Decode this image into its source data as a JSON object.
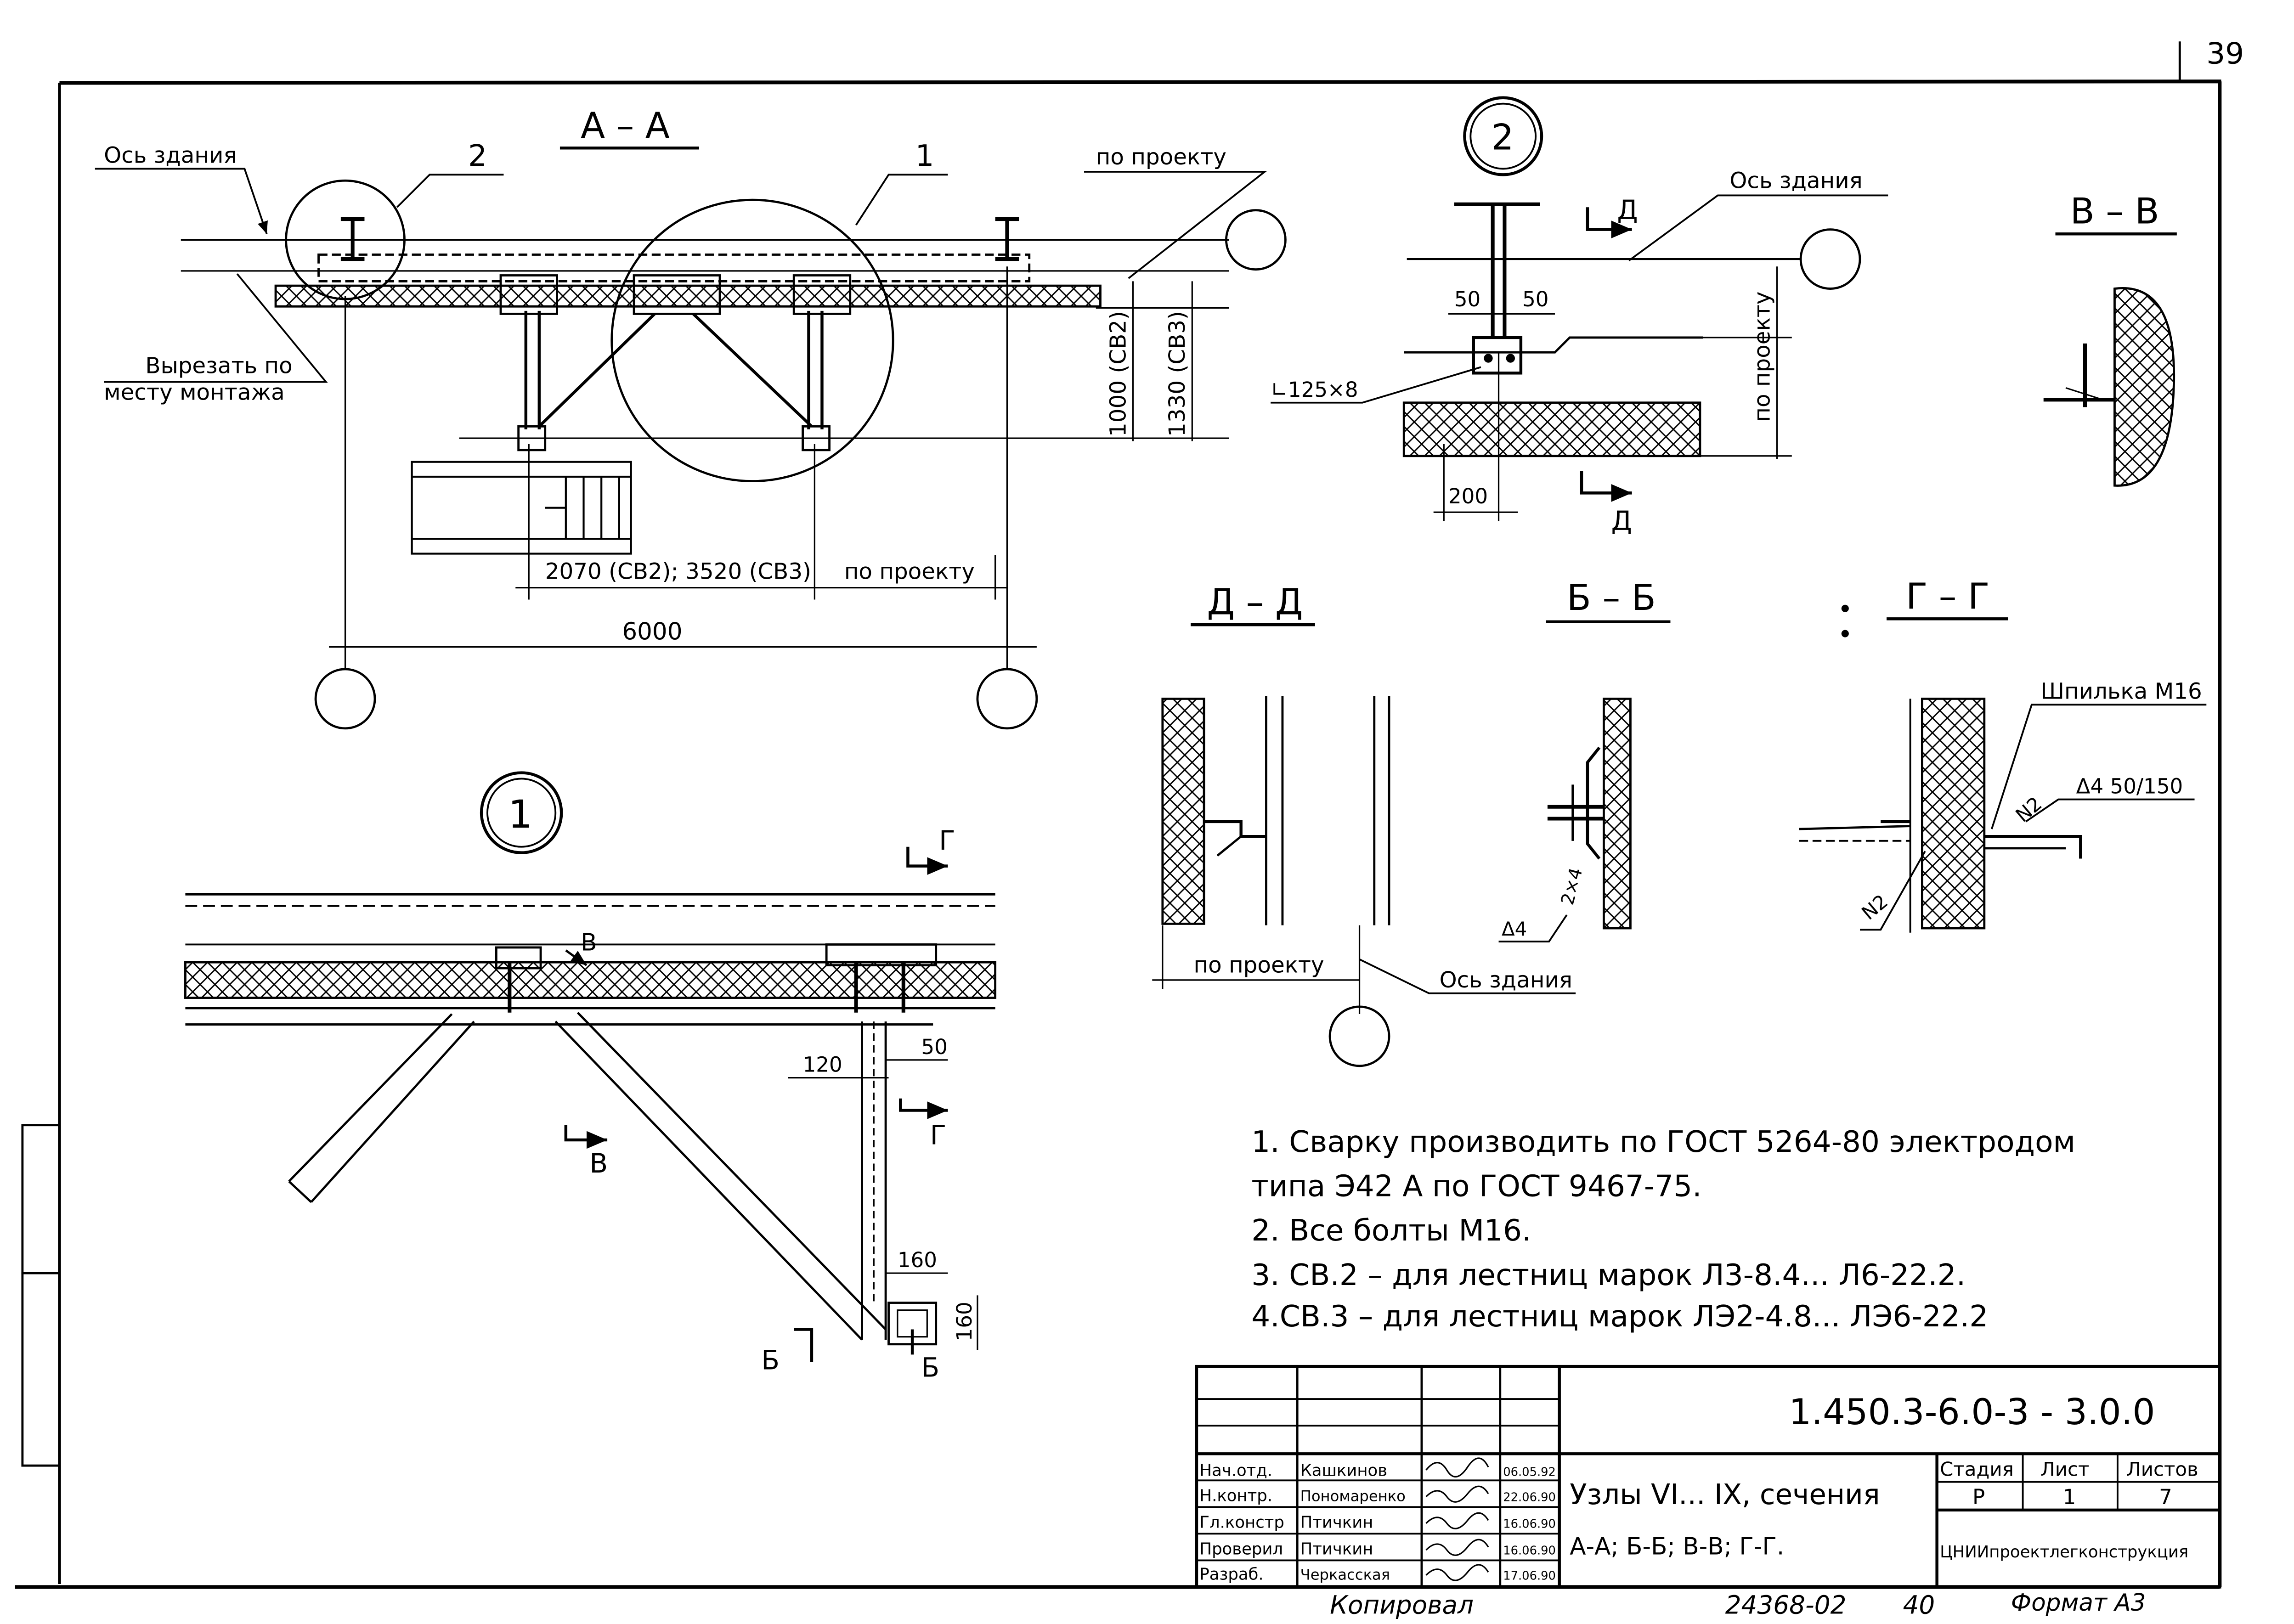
{
  "sheet": {
    "page_number": "39",
    "copied_label": "Копировал",
    "inventory_number": "24368-02",
    "inventory_suffix": "40",
    "format_label": "Формат А3"
  },
  "section_aa": {
    "title": "А – А",
    "building_axis": "Ось здания",
    "callout_2": "2",
    "callout_1": "1",
    "cut_note_line1": "Вырезать по",
    "cut_note_line2": "месту монтажа",
    "by_project": "по проекту",
    "dim_1000": "1000 (СВ2)",
    "dim_1330": "1330 (СВ3)",
    "dim_span": "2070 (СВ2); 3520 (СВ3)",
    "dim_span_project": "по проекту",
    "dim_total": "6000"
  },
  "node_2": {
    "number": "2",
    "building_axis": "Ось здания",
    "cut_mark": "Д",
    "dim_50_left": "50",
    "dim_50_right": "50",
    "angle_label": "∟125×8",
    "dim_200": "200",
    "by_project": "по проекту"
  },
  "section_vv": {
    "title": "В – В"
  },
  "section_dd": {
    "title": "Д – Д",
    "by_project": "по проекту",
    "building_axis": "Ось здания"
  },
  "section_bb": {
    "title": "Б – Б",
    "weld_size": "Δ4",
    "weld_count": "2×4"
  },
  "section_gg": {
    "title": "Г – Г",
    "stud": "Шпилька М16",
    "weld": "Δ4 50/150",
    "n2_top": "N2",
    "n2_bottom": "N2"
  },
  "node_1": {
    "number": "1",
    "cut_g": "Г",
    "cut_v": "В",
    "cut_b": "Б",
    "dim_120": "120",
    "dim_50": "50",
    "dim_160_h": "160",
    "dim_160_v": "160"
  },
  "notes": [
    "1. Сварку производить по ГОСТ 5264-80 электродом",
    "типа Э42 А по ГОСТ 9467-75.",
    "2. Все болты М16.",
    "3. СВ.2 – для лестниц марок Л3-8.4... Л6-22.2.",
    "4.СВ.3 – для лестниц марок ЛЭ2-4.8... ЛЭ6-22.2"
  ],
  "title_block": {
    "designation": "1.450.3-6.0-3 - 3.0.0",
    "title_line1": "Узлы VI... IX, сечения",
    "title_line2": "А-А; Б-Б; В-В; Г-Г.",
    "stage_header": "Стадия",
    "sheet_header": "Лист",
    "sheets_header": "Листов",
    "stage": "Р",
    "sheet": "1",
    "sheets": "7",
    "organization": "ЦНИИпроектлегконструкция",
    "roles": [
      {
        "role": "Нач.отд.",
        "name": "Кашкинов",
        "date": "06.05.92"
      },
      {
        "role": "Н.контр.",
        "name": "Пономаренко",
        "date": "22.06.90"
      },
      {
        "role": "Гл.констр",
        "name": "Птичкин",
        "date": "16.06.90"
      },
      {
        "role": "Проверил",
        "name": "Птичкин",
        "date": "16.06.90"
      },
      {
        "role": "Разраб.",
        "name": "Черкасская",
        "date": "17.06.90"
      }
    ]
  }
}
